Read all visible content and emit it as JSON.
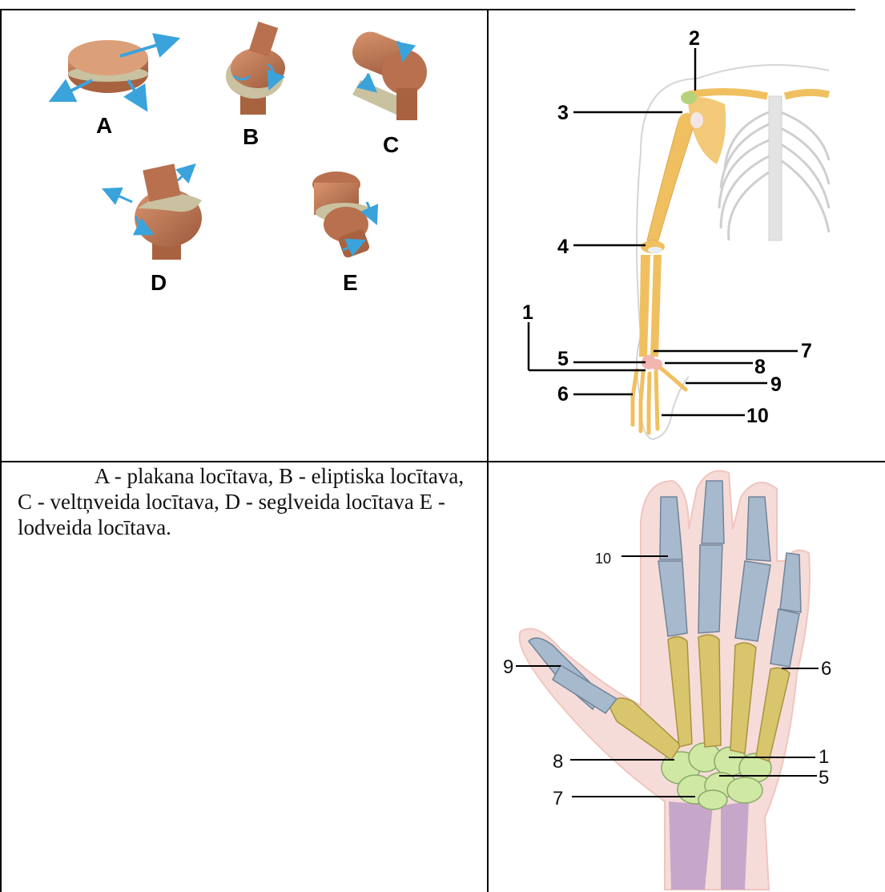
{
  "joint_types": {
    "A": "A",
    "B": "B",
    "C": "C",
    "D": "D",
    "E": "E"
  },
  "caption": "A - plakana locītava, B - eliptiska locītava, C - veltņveida locītava, D - seglveida locītava E - lodveida locītava.",
  "arm_labels": {
    "l1": "1",
    "l2": "2",
    "l3": "3",
    "l4": "4",
    "l5": "5",
    "l6": "6",
    "l7": "7",
    "l8": "8",
    "l9": "9",
    "l10": "10"
  },
  "hand_labels": {
    "l1": "1",
    "l5": "5",
    "l6": "6",
    "l7": "7",
    "l8": "8",
    "l9": "9",
    "l10": "10"
  },
  "colors": {
    "joint_body": "#b8704f",
    "joint_cartilage": "#c9c1a0",
    "arrow": "#3aa3dc",
    "bone": "#f2c46a",
    "phalanx": "#a7b9cc",
    "metacarpal": "#d8c56c",
    "carpal": "#cfe8a4",
    "forearm": "#c7a7c9",
    "skin": "#f3d0cc"
  }
}
